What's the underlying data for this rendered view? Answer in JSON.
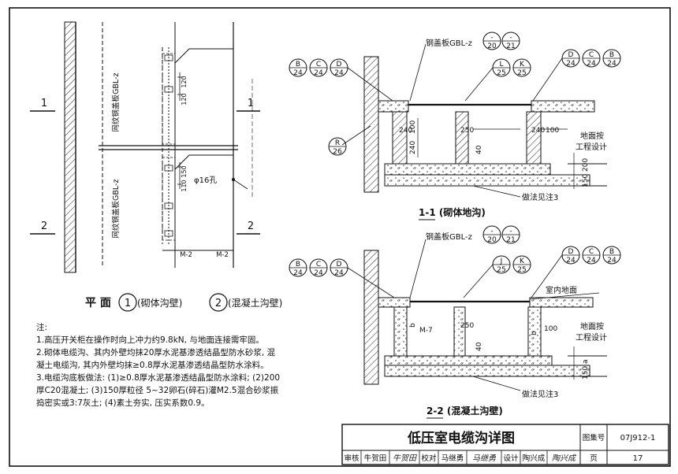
{
  "plan": {
    "section_markers": [
      "1",
      "1",
      "2",
      "2"
    ],
    "hole_label": "φ16孔",
    "cover_label_upper": "网纹钢盖板GBL-z",
    "cover_label_lower": "网纹钢盖板GBL-z",
    "dim_upper": "120",
    "dim_upper_b": "120",
    "dim_lower": "150",
    "dim_lower_b": "110",
    "m2_left": "M-2",
    "m2_right": "M-2",
    "caption_prefix": "平 面",
    "caption_num1": "1",
    "caption_text1": "(砌体沟壁)",
    "caption_num2": "2",
    "caption_text2": "(混凝土沟壁)"
  },
  "section1": {
    "cover_label": "钢盖板GBL-z",
    "ref_cover": [
      {
        "top": "-",
        "bottom": "20"
      },
      {
        "top": "-",
        "bottom": "21"
      }
    ],
    "refs_left": [
      {
        "top": "B",
        "bottom": "24"
      },
      {
        "top": "C",
        "bottom": "24"
      },
      {
        "top": "D",
        "bottom": "24"
      }
    ],
    "refs_mid": [
      {
        "top": "L",
        "bottom": "25"
      },
      {
        "top": "K",
        "bottom": "25"
      }
    ],
    "refs_right": [
      {
        "top": "D",
        "bottom": "24"
      },
      {
        "top": "C",
        "bottom": "24"
      },
      {
        "top": "B",
        "bottom": "24"
      }
    ],
    "ref_r": {
      "top": "R",
      "bottom": "26"
    },
    "dims": [
      "240",
      "240",
      "100",
      "250",
      "40",
      "240",
      "100",
      "150",
      "200"
    ],
    "floor_label_line1": "地面按",
    "floor_label_line2": "工程设计",
    "practice_note": "做法见注3",
    "caption": "1-1 (砌体地沟)"
  },
  "section2": {
    "cover_label": "钢盖板GBL-z",
    "ref_cover": [
      {
        "top": "-",
        "bottom": "20"
      },
      {
        "top": "-",
        "bottom": "21"
      }
    ],
    "refs_left": [
      {
        "top": "B",
        "bottom": "24"
      },
      {
        "top": "C",
        "bottom": "24"
      },
      {
        "top": "D",
        "bottom": "24"
      }
    ],
    "refs_mid": [
      {
        "top": "J",
        "bottom": "25"
      },
      {
        "top": "K",
        "bottom": "25"
      }
    ],
    "refs_right": [
      {
        "top": "D",
        "bottom": "24"
      },
      {
        "top": "C",
        "bottom": "24"
      },
      {
        "top": "B",
        "bottom": "24"
      }
    ],
    "indoor_label": "室内地面",
    "m7_label": "M-7",
    "dims": [
      "b",
      "250",
      "40",
      "b",
      "100",
      "150",
      "a"
    ],
    "floor_label_line1": "地面按",
    "floor_label_line2": "工程设计",
    "practice_note": "做法见注3",
    "caption": "2-2 (混凝土沟壁)"
  },
  "notes": {
    "heading": "注:",
    "lines": [
      "1.高压开关柜在操作时向上冲力约9.8kN, 与地面连接需牢固。",
      "2.砌体电缆沟、其内外壁均抹20厚水泥基渗透结晶型防水砂浆, 混",
      "  凝土电缆沟, 其内外壁均抹≥0.8厚水泥基渗透结晶型防水涂料。",
      "3.电缆沟底板做法: (1)≥0.8厚水泥基渗透结晶型防水涂料; (2)200",
      "  厚C20混凝土; (3)150厚粒径 5~32卵石(碎石)灌M2.5混合砂浆振",
      "  捣密实或3:7灰土; (4)素土夯实, 压实系数0.9。"
    ]
  },
  "titleblock": {
    "title": "低压室电缆沟详图",
    "atlas_label": "图集号",
    "atlas_no": "07J912-1",
    "review_label": "审核",
    "reviewer": "牛贺田",
    "reviewer_sig": "牛贺田",
    "check_label": "校对",
    "checker": "马继勇",
    "checker_sig": "马继勇",
    "design_label": "设计",
    "designer": "陶兴成",
    "designer_sig": "陶兴成",
    "page_label": "页",
    "page_no": "17"
  }
}
